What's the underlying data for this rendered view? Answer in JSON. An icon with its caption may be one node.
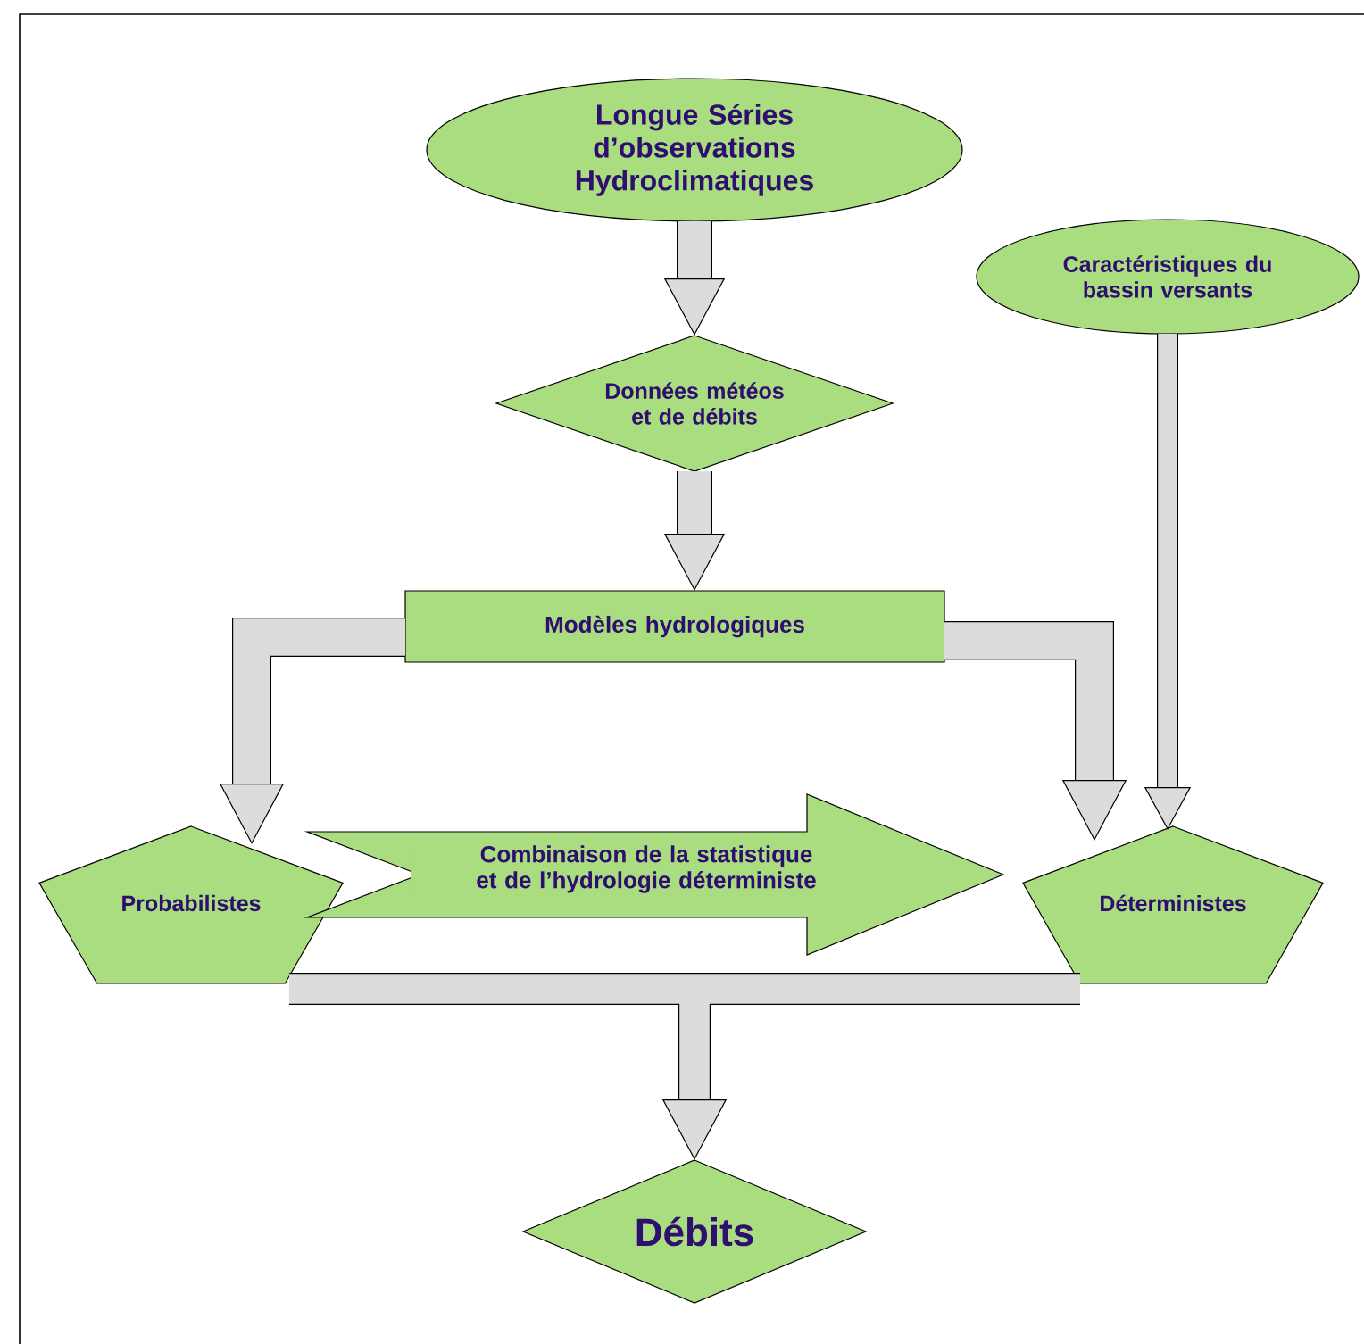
{
  "diagram": {
    "nodes": [
      {
        "text": [
          "Longue Séries d’observations Hydroclimatiques"
        ]
      },
      {
        "text": [
          "Caractéristiques du bassin versants"
        ]
      },
      {
        "text": [
          "Données météos et de débits"
        ]
      },
      {
        "text": [
          "Modèles hydrologiques"
        ]
      },
      {
        "text": [
          "Probabilistes"
        ]
      },
      {
        "text": [
          "Déterministes"
        ]
      },
      {
        "text": [
          "Débits"
        ]
      }
    ],
    "edges": [
      {
        "from": 0,
        "to": 2,
        "arrow": "to"
      },
      {
        "from": 2,
        "to": 3,
        "arrow": "to"
      },
      {
        "from": 3,
        "to": 4,
        "arrow": "to"
      },
      {
        "from": 3,
        "to": 5,
        "arrow": "to"
      },
      {
        "from": 1,
        "to": 5,
        "arrow": "to"
      },
      {
        "from": 4,
        "to": 5,
        "arrow": "to",
        "label": "Combinaison de la statistique et de l’hydrologie déterministe",
        "color": "#aadc80"
      },
      {
        "from": 4,
        "to": 6,
        "arrow": "to"
      },
      {
        "from": 5,
        "to": 6,
        "arrow": "to"
      }
    ]
  }
}
